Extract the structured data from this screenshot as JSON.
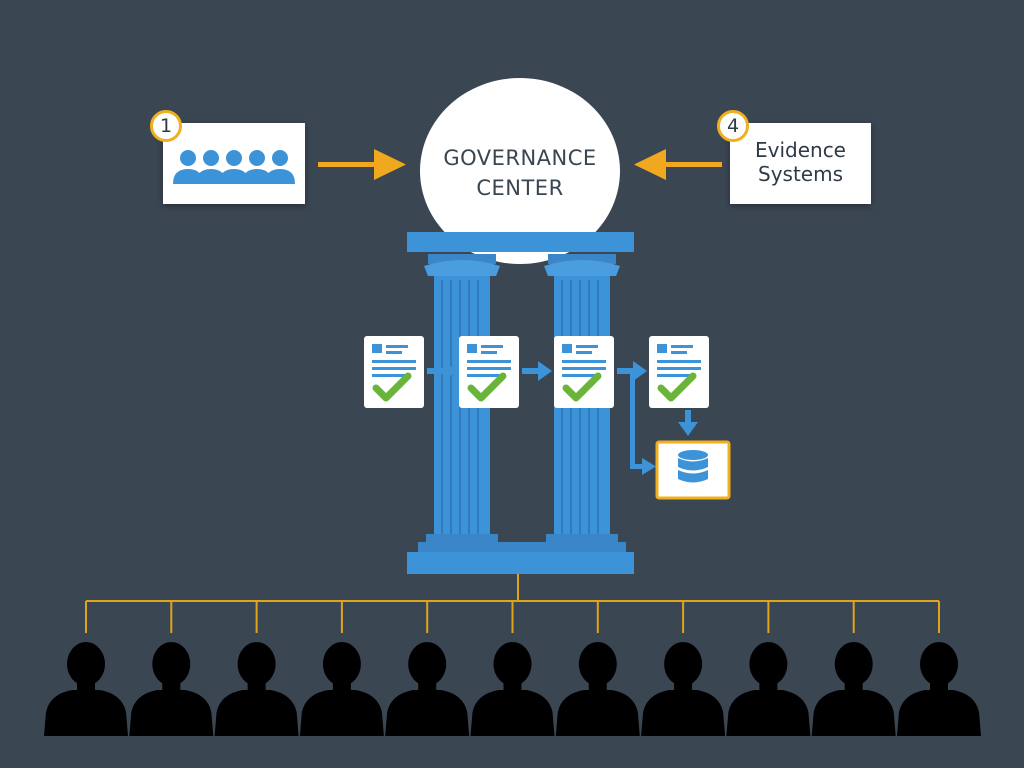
{
  "colors": {
    "background": "#3b4653",
    "accent_blue": "#3d93d8",
    "accent_orange": "#f0a81e",
    "check_green": "#6ab43a"
  },
  "source_box": {
    "step": "1",
    "icon": "people-group-icon"
  },
  "governance": {
    "line1": "GOVERNANCE",
    "line2": "CENTER"
  },
  "evidence": {
    "step": "4",
    "line1": "Evidence",
    "line2": "Systems"
  },
  "pillar": {
    "count": 2
  },
  "workflow": {
    "steps": [
      {
        "icon": "approved-document-icon"
      },
      {
        "icon": "approved-document-icon"
      },
      {
        "icon": "approved-document-icon"
      },
      {
        "icon": "approved-document-icon"
      }
    ],
    "store_icon": "database-icon"
  },
  "stakeholders": {
    "count": 11,
    "icon": "person-silhouette-icon"
  }
}
